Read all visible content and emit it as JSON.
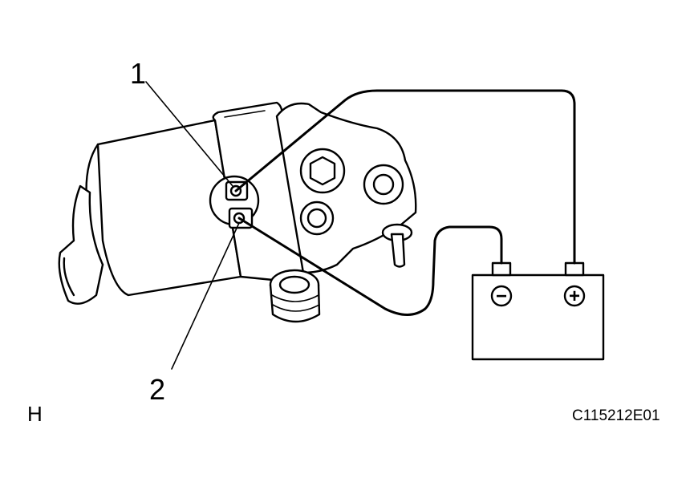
{
  "callouts": {
    "one": "1",
    "two": "2"
  },
  "corner_letter": "H",
  "figure_code": "C115212E01",
  "battery": {
    "negative_symbol": "−",
    "positive_symbol": "+"
  },
  "colors": {
    "ink": "#000000",
    "background": "#ffffff"
  }
}
